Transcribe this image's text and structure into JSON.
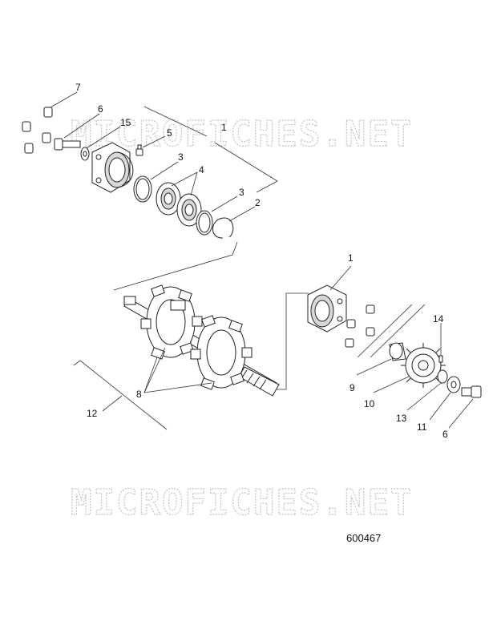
{
  "watermark": {
    "top_text": "MICROFICHES.NET",
    "bottom_text": "MICROFICHES.NET"
  },
  "figure_number": "600467",
  "callouts": {
    "c1_top": "1",
    "c2": "2",
    "c3_a": "3",
    "c3_b": "3",
    "c4": "4",
    "c5": "5",
    "c6_top": "6",
    "c7": "7",
    "c15": "15",
    "c1_right": "1",
    "c8": "8",
    "c12": "12",
    "c9": "9",
    "c10": "10",
    "c13": "13",
    "c11": "11",
    "c14": "14",
    "c6_bottom": "6"
  }
}
